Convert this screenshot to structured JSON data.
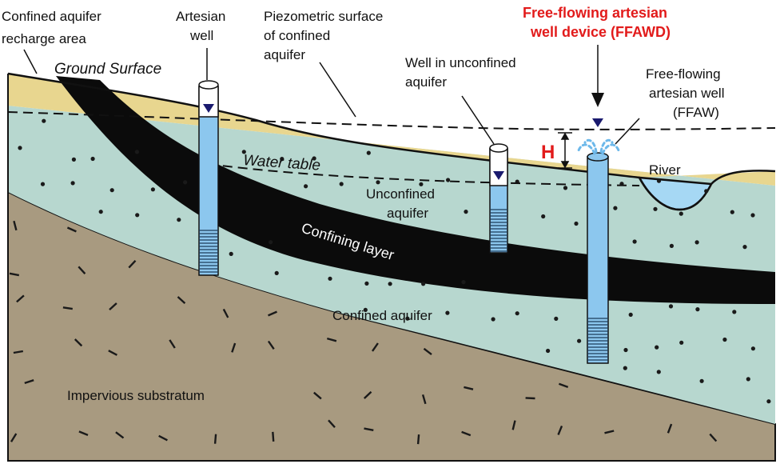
{
  "labels": {
    "recharge": [
      "Confined aquifer",
      "recharge area"
    ],
    "artesian_well": [
      "Artesian",
      "well"
    ],
    "piezometric": [
      "Piezometric surface",
      "of confined",
      "aquifer"
    ],
    "ffawd": [
      "Free-flowing artesian",
      "well device (FFAWD)"
    ],
    "well_unconfined": [
      "Well in unconfined",
      "aquifer"
    ],
    "ffaw": [
      "Free-flowing",
      "artesian well",
      "(FFAW)"
    ],
    "ground_surface": "Ground Surface",
    "water_table": "Water table",
    "unconfined_aquifer": [
      "Unconfined",
      "aquifer"
    ],
    "river": "River",
    "confining_layer": "Confining layer",
    "confined_aquifer": "Confined aquifer",
    "impervious": "Impervious substratum",
    "head": "H"
  },
  "colors": {
    "soil_top": "#e8d68f",
    "aquifer": "#b7d7cf",
    "confining": "#0b0b0b",
    "substratum": "#a89a80",
    "well_water": "#8cc7ee",
    "river": "#a6d8f4",
    "accent_red": "#e21b1b",
    "marker": "#1a1a6e"
  }
}
